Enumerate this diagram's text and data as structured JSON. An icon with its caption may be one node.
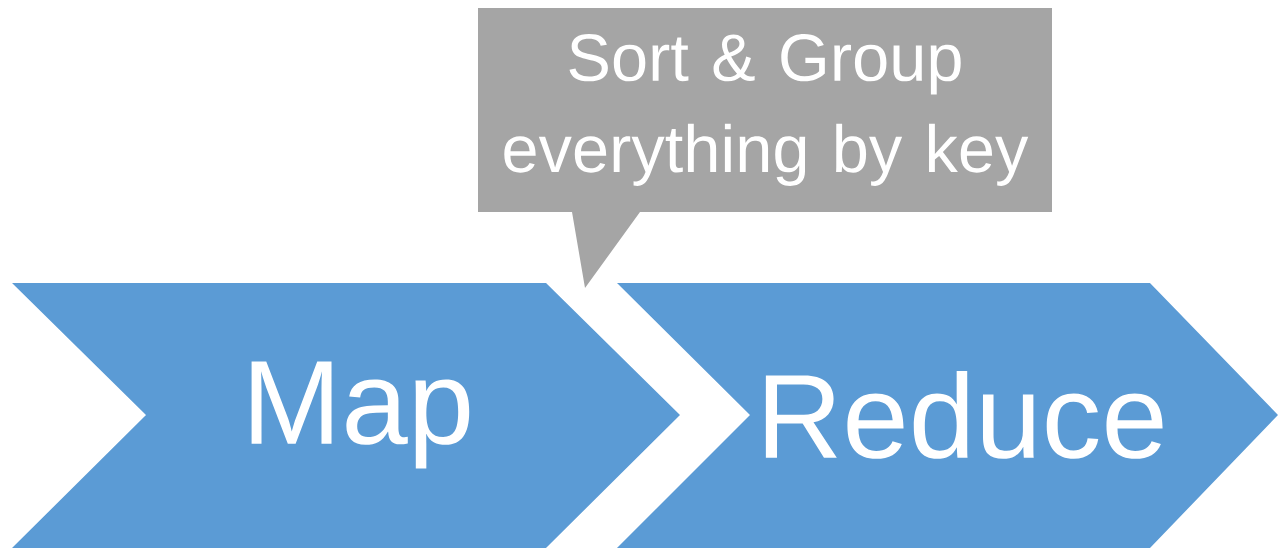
{
  "diagram": {
    "nodes": [
      {
        "text": [
          "Sort & Group everything by key"
        ]
      },
      {
        "text": [
          "Map"
        ]
      },
      {
        "text": [
          "Reduce"
        ]
      }
    ]
  }
}
